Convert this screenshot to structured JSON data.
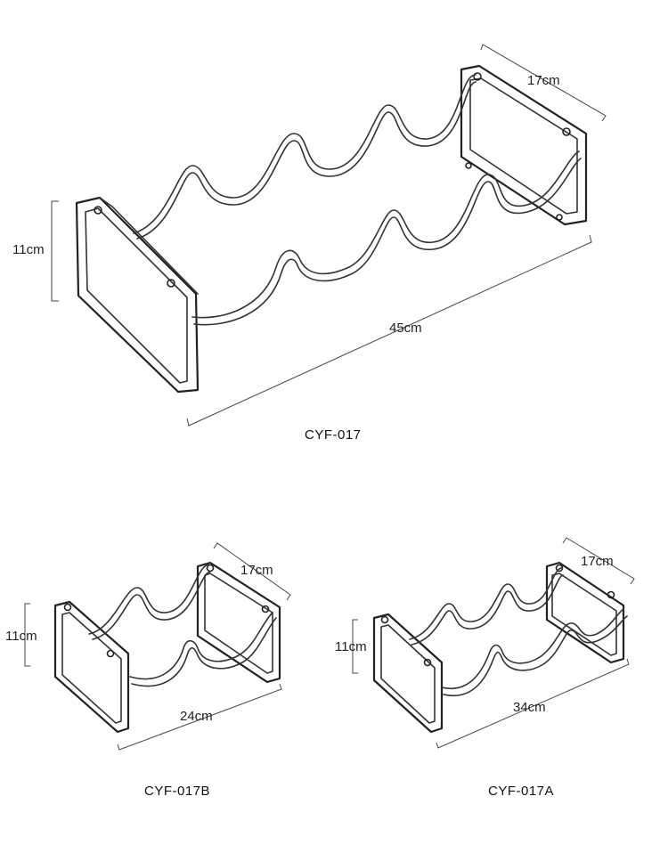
{
  "products": [
    {
      "model": "CYF-017",
      "dimensions": {
        "height": "11cm",
        "length": "45cm",
        "depth": "17cm"
      }
    },
    {
      "model": "CYF-017B",
      "dimensions": {
        "height": "11cm",
        "length": "24cm",
        "depth": "17cm"
      }
    },
    {
      "model": "CYF-017A",
      "dimensions": {
        "height": "11cm",
        "length": "34cm",
        "depth": "17cm"
      }
    }
  ]
}
